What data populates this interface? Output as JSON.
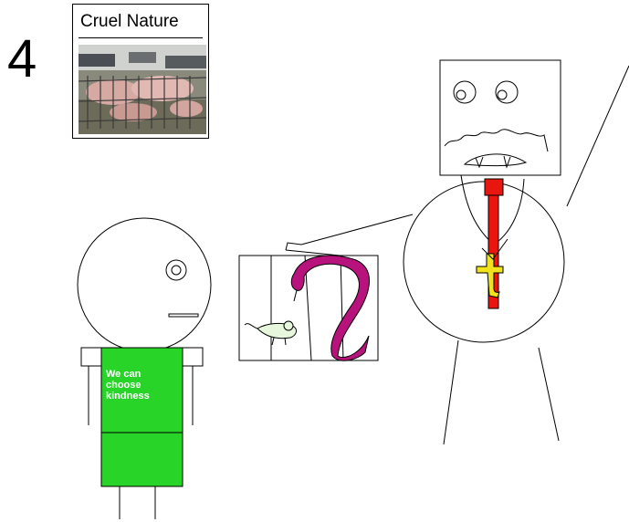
{
  "panel": {
    "number": "4"
  },
  "thumbnail": {
    "title": "Cruel Nature",
    "photo": "caged-pigs-photo"
  },
  "child": {
    "shirt_text": "We can\nchoose\nkindness"
  },
  "colors": {
    "shirt": "#27D427",
    "tie": "#E8160E",
    "cross": "#F2E21C",
    "snake": "#B8137C",
    "mouse": "#E6F7DE"
  }
}
